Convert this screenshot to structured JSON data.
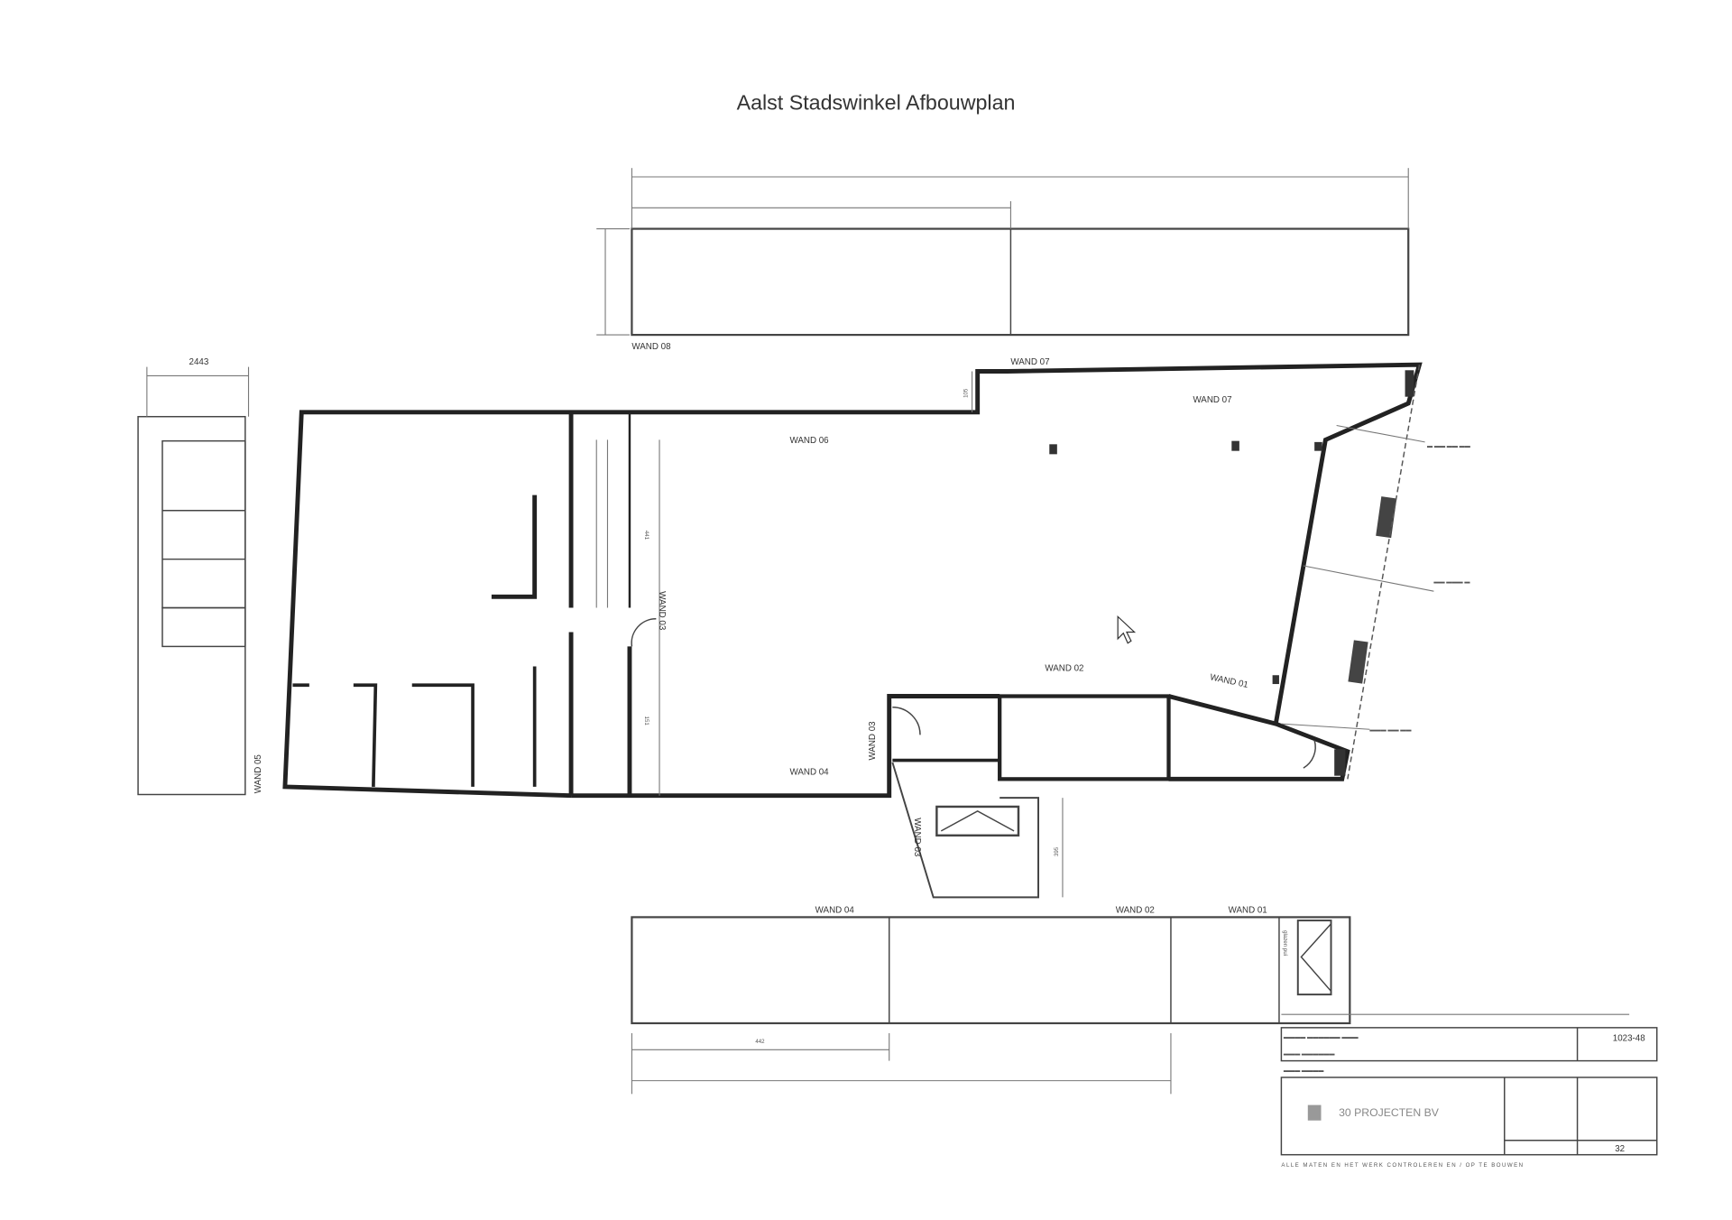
{
  "title": "Aalst Stadswinkel Afbouwplan",
  "walls": {
    "w01": "WAND 01",
    "w02": "WAND 02",
    "w03": "WAND 03",
    "w04": "WAND 04",
    "w05": "WAND 05",
    "w06": "WAND 06",
    "w07": "WAND 07",
    "w08": "WAND 08"
  },
  "dimensions": {
    "left_width": "2443",
    "bottom_short": "442",
    "vertical_top": "441",
    "vertical_bottom": "151",
    "step_height": "105",
    "stair_depth": "395"
  },
  "bottom_elevation": {
    "window_label": "glazen pui"
  },
  "title_block": {
    "company": "30 PROJECTEN BV",
    "drawing_number": "1023-48",
    "sheet": "32",
    "footer": "ALLE MATEN EN HET WERK CONTROLEREN EN / OP TE BOUWEN"
  },
  "colors": {
    "line": "#222222",
    "background": "#ffffff"
  }
}
